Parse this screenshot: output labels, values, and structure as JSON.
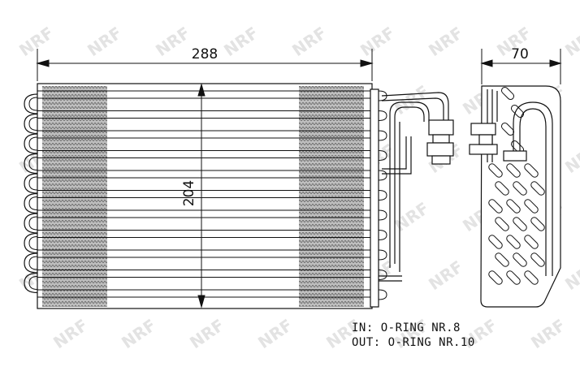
{
  "dimensions": {
    "width": "288",
    "height": "204",
    "depth": "70"
  },
  "notes": {
    "inlet": "IN: O-RING NR.8",
    "outlet": "OUT: O-RING NR.10"
  },
  "watermark": {
    "text": "NRF",
    "color": "#e3e3e3"
  },
  "colors": {
    "line": "#111111",
    "fin_shade": "#a8a8a8"
  }
}
